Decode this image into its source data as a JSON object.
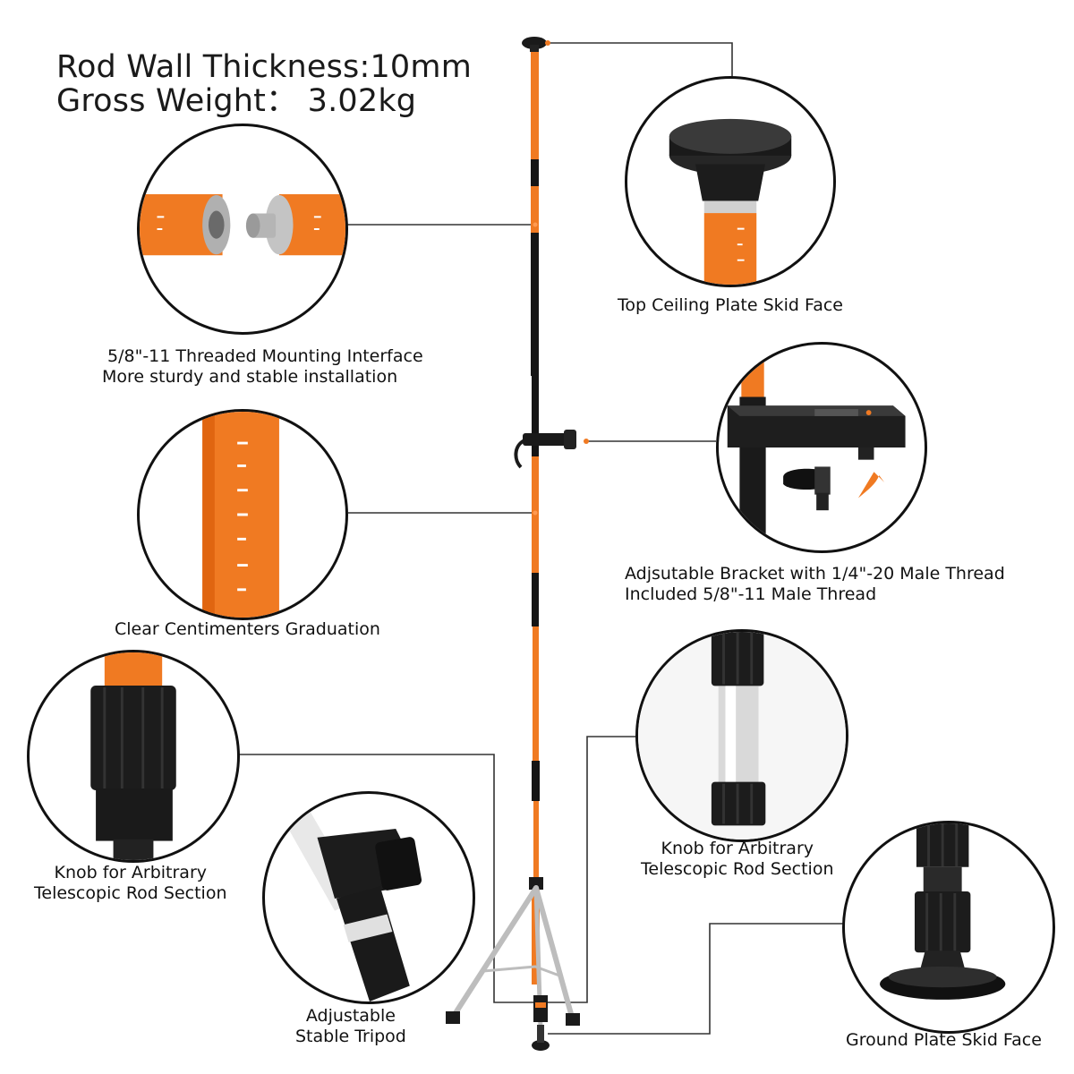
{
  "specs": {
    "line1": "Rod Wall Thickness:10mm",
    "line2": "Gross Weight： 3.02kg"
  },
  "colors": {
    "rod_orange": "#f07a22",
    "rod_black": "#151515",
    "metal": "#c8c8c8",
    "leader_line": "#333333"
  },
  "callouts": {
    "threaded": {
      "line1": "5/8\"-11 Threaded Mounting Interface",
      "line2": "More sturdy and stable installation"
    },
    "top_plate": {
      "line1": "Top Ceiling Plate Skid Face"
    },
    "bracket": {
      "line1": "Adjsutable Bracket with 1/4\"-20 Male Thread",
      "line2": "Included 5/8\"-11 Male Thread"
    },
    "graduation": {
      "line1": "Clear Centimenters Graduation"
    },
    "knob_left": {
      "line1": "Knob for Arbitrary",
      "line2": "Telescopic Rod Section"
    },
    "knob_right": {
      "line1": "Knob for Arbitrary",
      "line2": "Telescopic Rod Section"
    },
    "tripod": {
      "line1": "Adjustable",
      "line2": "Stable Tripod"
    },
    "ground_plate": {
      "line1": "Ground Plate Skid Face"
    }
  }
}
